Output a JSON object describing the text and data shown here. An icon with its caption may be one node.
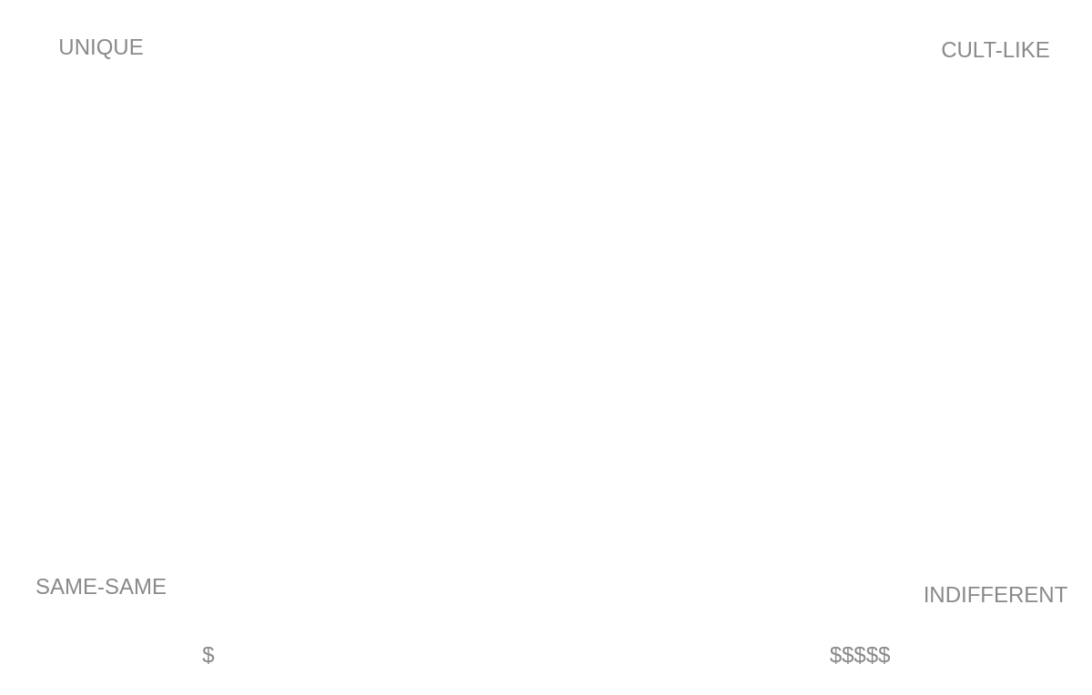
{
  "diagram": {
    "labels": [
      "UNIQUE",
      "CULT-LIKE",
      "SAME-SAME",
      "INDIFFERENT",
      "$",
      "$$$$$"
    ]
  }
}
